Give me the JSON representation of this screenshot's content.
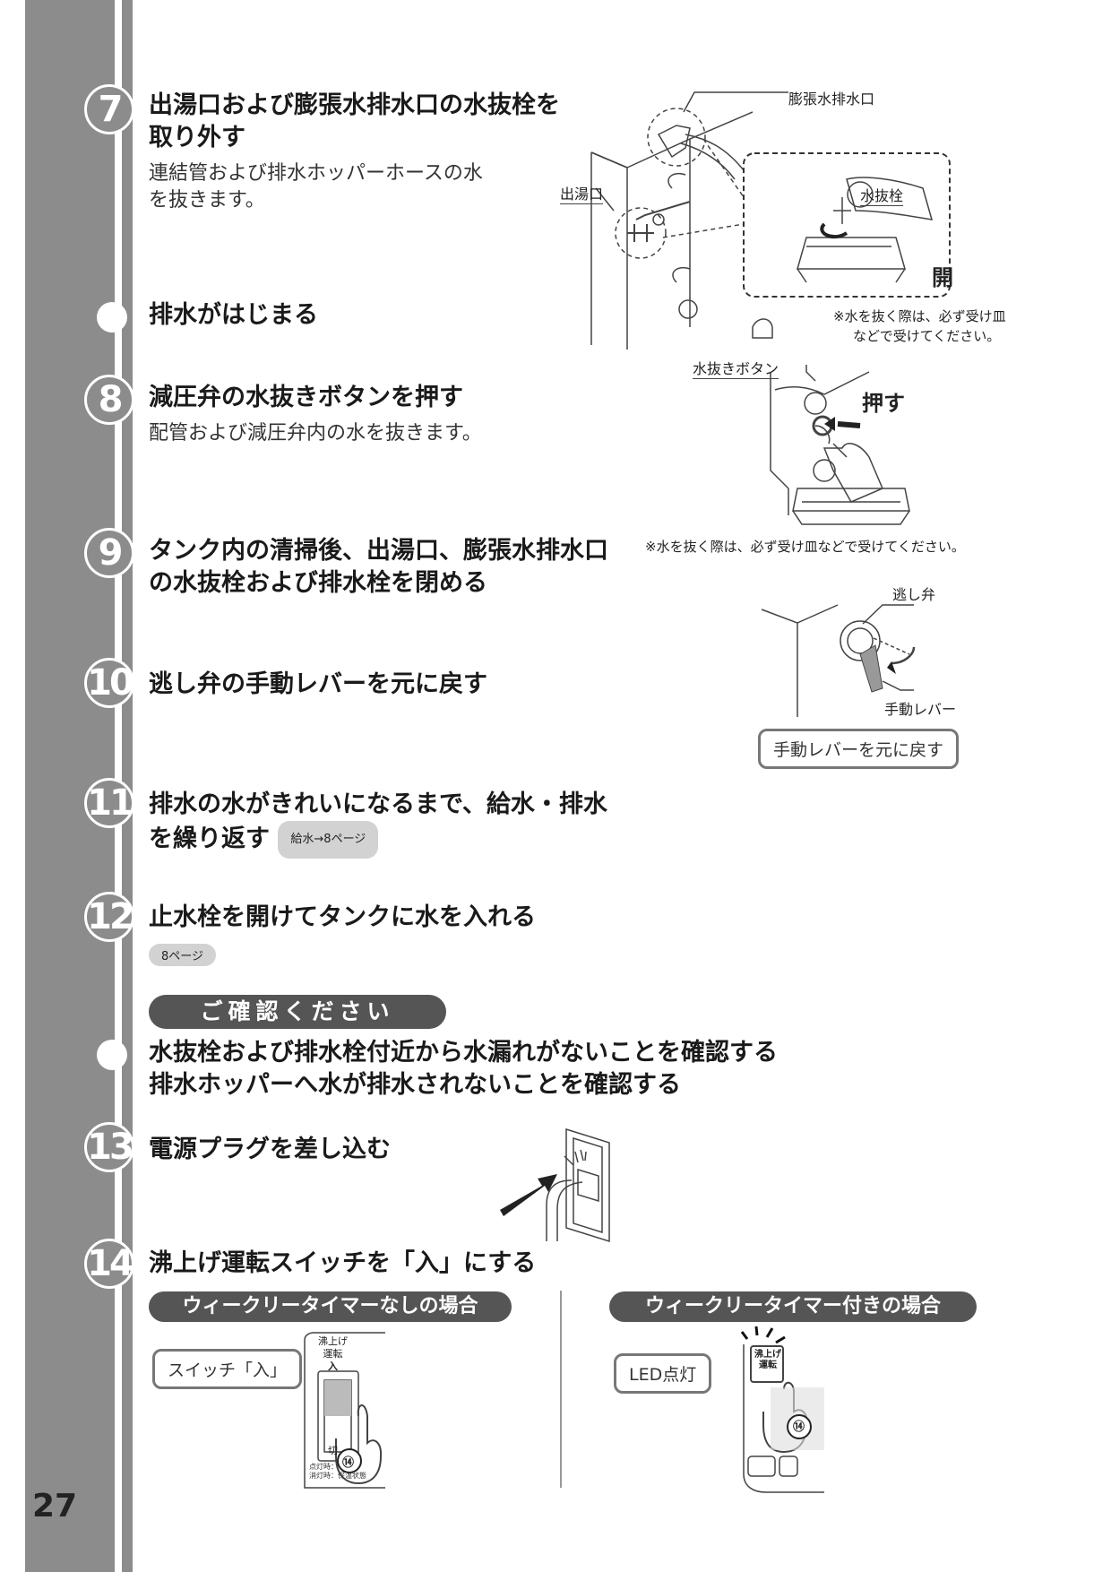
{
  "page": {
    "number": "27"
  },
  "steps": [
    {
      "num": "7",
      "title_l1": "出湯口および膨張水排水口の水抜栓を",
      "title_l2": "取り外す",
      "desc_l1": "連結管および排水ホッパーホースの水",
      "desc_l2": "を抜きます。"
    },
    {
      "title": "排水がはじまる"
    },
    {
      "num": "8",
      "title": "減圧弁の水抜きボタンを押す",
      "desc": "配管および減圧弁内の水を抜きます。"
    },
    {
      "num": "9",
      "title_l1": "タンク内の清掃後、出湯口、膨張水排水口",
      "title_l2": "の水抜栓および排水栓を閉める"
    },
    {
      "num": "10",
      "title": "逃し弁の手動レバーを元に戻す"
    },
    {
      "num": "11",
      "title_l1": "排水の水がきれいになるまで、給水・排水",
      "title_l2": "を繰り返す",
      "ref": "給水→8ページ"
    },
    {
      "num": "12",
      "title": "止水栓を開けてタンクに水を入れる",
      "ref": "8ページ"
    },
    {
      "title_l1": "水抜栓および排水栓付近から水漏れがないことを確認する",
      "title_l2": "排水ホッパーへ水が排水されないことを確認する"
    },
    {
      "num": "13",
      "title": "電源プラグを差し込む"
    },
    {
      "num": "14",
      "title": "沸上げ運転スイッチを「入」にする"
    }
  ],
  "confirm_banner": "ご確認ください",
  "fig7": {
    "label_expansion": "膨張水排水口",
    "label_outlet": "出湯口",
    "label_plug": "水抜栓",
    "label_open": "開",
    "note_l1": "※水を抜く際は、必ず受け皿",
    "note_l2": "などで受けてください。"
  },
  "fig8": {
    "label_button": "水抜きボタン",
    "label_push": "押す",
    "note": "※水を抜く際は、必ず受け皿などで受けてください。"
  },
  "fig10": {
    "label_valve": "逃し弁",
    "label_lever": "手動レバー",
    "callout": "手動レバーを元に戻す"
  },
  "fig14": {
    "left_banner": "ウィークリータイマーなしの場合",
    "right_banner": "ウィークリータイマー付きの場合",
    "left_callout": "スイッチ「入」",
    "right_callout": "LED点灯",
    "switch_label_l1": "沸上げ",
    "switch_label_l2": "運転",
    "switch_on": "入",
    "switch_off": "切",
    "switch_note_l1": "点灯時：",
    "switch_note_l2": "消灯時：保温状態",
    "panel_key_l1": "沸上げ",
    "panel_key_l2": "運転",
    "step_mark": "⑭"
  }
}
